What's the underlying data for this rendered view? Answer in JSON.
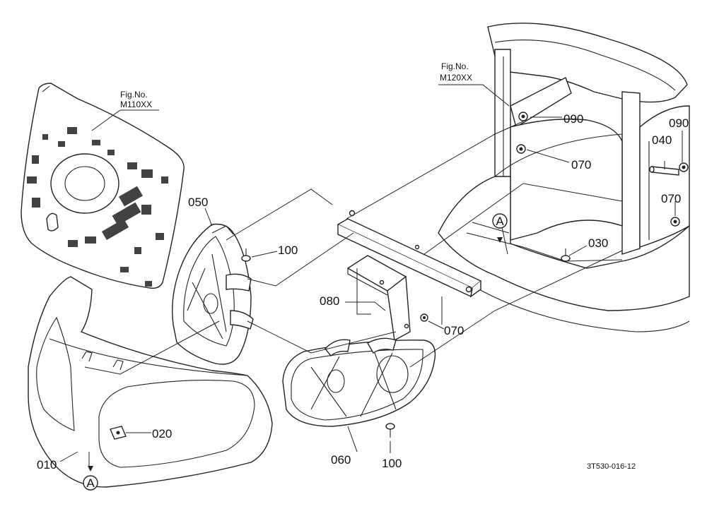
{
  "figure_refs": [
    {
      "line1": "Fig.No.",
      "line2": "M110XX"
    },
    {
      "line1": "Fig.No.",
      "line2": "M120XX"
    }
  ],
  "part_labels": {
    "p010": "010",
    "p020": "020",
    "p030": "030",
    "p040": "040",
    "p050": "050",
    "p060": "060",
    "p070a": "070",
    "p070b": "070",
    "p070c": "070",
    "p080": "080",
    "p090a": "090",
    "p090b": "090",
    "p100a": "100",
    "p100b": "100"
  },
  "callouts": {
    "a1": "A",
    "a2": "A"
  },
  "drawing_code": "3T530-016-12"
}
